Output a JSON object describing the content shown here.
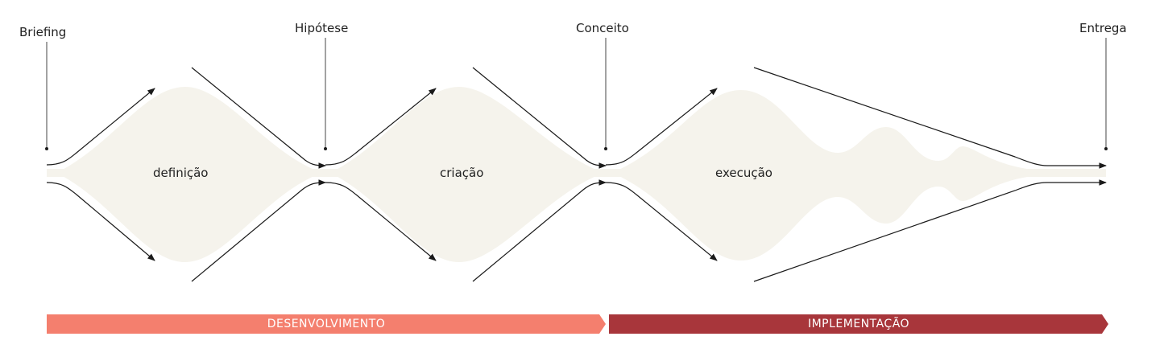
{
  "milestones": {
    "briefing": "Briefing",
    "hipotese": "Hipótese",
    "conceito": "Conceito",
    "entrega": "Entrega"
  },
  "phases": {
    "definicao": "definição",
    "criacao": "criação",
    "execucao": "execução"
  },
  "stages": {
    "desenvolvimento": "DESENVOLVIMENTO",
    "implementacao": "IMPLEMENTAÇÃO"
  },
  "colors": {
    "shape_fill": "#f5f3ec",
    "line": "#1a1a1a",
    "desenvolvimento_bar": "#f47f6e",
    "implementacao_bar": "#a8363b"
  }
}
